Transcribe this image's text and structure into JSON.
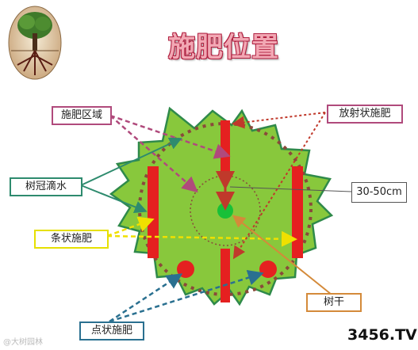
{
  "title": "施肥位置",
  "labels": {
    "fertilizing_zone": "施肥区域",
    "radial_fertilizing": "放射状施肥",
    "canopy_drip_line": "树冠滴水",
    "strip_fertilizing": "条状施肥",
    "dot_fertilizing": "点状施肥",
    "trunk": "树干",
    "distance": "30-50cm"
  },
  "watermark": {
    "left": "@大树园林",
    "right": "3456.TV"
  },
  "colors": {
    "canopy_fill": "#88c83c",
    "canopy_edge": "#2f8a4a",
    "fertilizer_red": "#e52020",
    "trunk_green": "#18c038",
    "title_pink": "#f2a8b4"
  },
  "icons": {
    "logo": "tree-with-roots-icon"
  }
}
